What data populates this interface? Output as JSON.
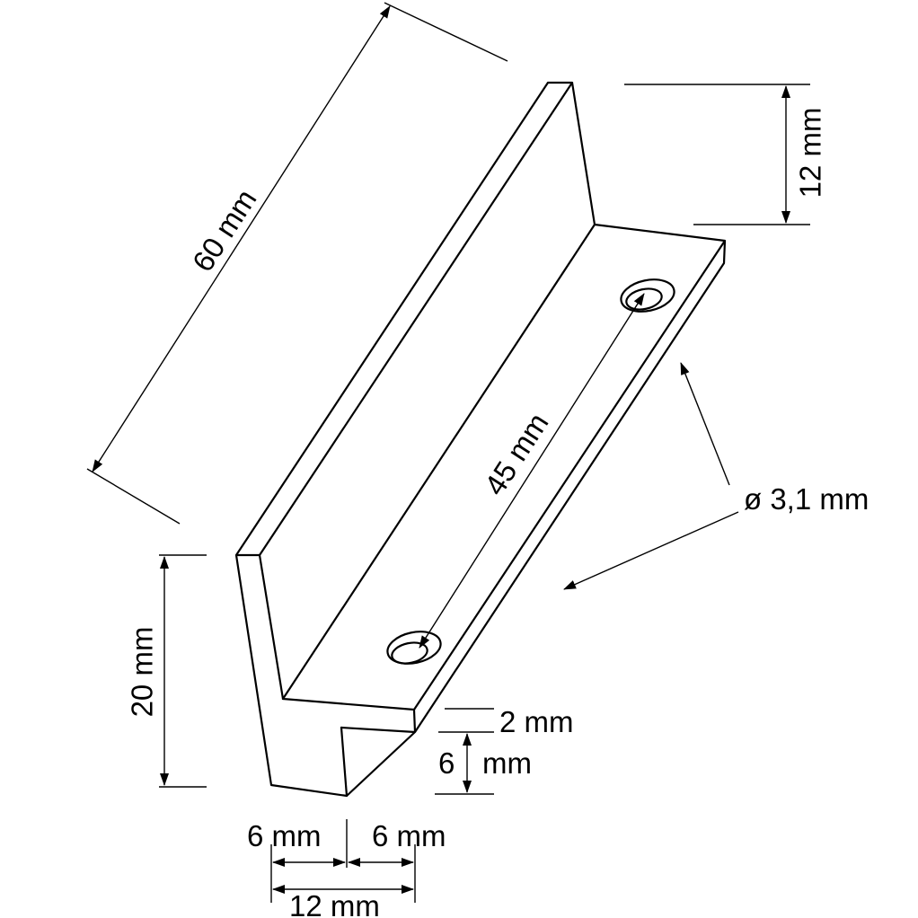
{
  "dimensions": {
    "length": "60 mm",
    "hole_spacing": "45 mm",
    "top_flange_width": "12 mm",
    "hole_diameter": "ø 3,1 mm",
    "total_height": "20 mm",
    "flange_thickness": "2 mm",
    "lip_height": "6 mm",
    "lip_height_number": "6",
    "lip_height_unit": "mm",
    "bottom_left_width": "6 mm",
    "bottom_right_width": "6 mm",
    "bottom_total_width": "12 mm"
  },
  "colors": {
    "line": "#000000",
    "background": "#ffffff"
  }
}
